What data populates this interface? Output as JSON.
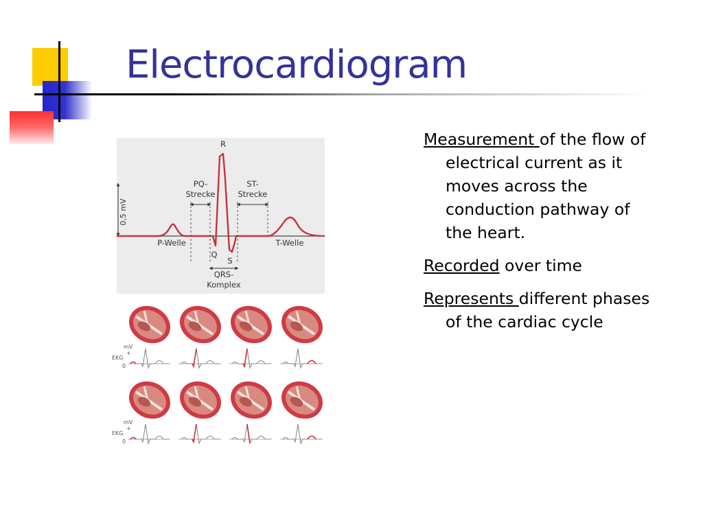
{
  "slide": {
    "title": "Electrocardiogram",
    "accent_colors": {
      "title": "#333399",
      "yellow": "#ffcc00",
      "blue": "#3333cc",
      "red": "#ff3333"
    }
  },
  "ecg_figure": {
    "labels": {
      "r": "R",
      "q": "Q",
      "s": "S",
      "pq_1": "PQ-",
      "pq_2": "Strecke",
      "st_1": "ST-",
      "st_2": "Strecke",
      "p_wave": "P-Welle",
      "t_wave": "T-Welle",
      "qrs_1": "QRS-",
      "qrs_2": "Komplex",
      "amplitude": "0,5 mV"
    },
    "trace_color": "#c8323c"
  },
  "heart_figure": {
    "rows": [
      {
        "mv": "mV",
        "plus": "+",
        "ekg": "EKG",
        "zero": "0"
      },
      {
        "mv": "mV",
        "plus": "+",
        "ekg": "EKG",
        "zero": "0"
      }
    ]
  },
  "bullets": [
    {
      "underlined": "Measurement ",
      "rest": "of the flow of electrical current as it moves across the conduction pathway of the heart."
    },
    {
      "underlined": "Recorded",
      "rest": " over time"
    },
    {
      "underlined": "Represents ",
      "rest": "different phases of the cardiac cycle"
    }
  ]
}
